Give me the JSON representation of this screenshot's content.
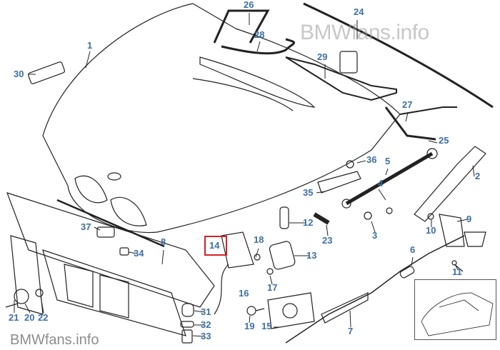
{
  "watermark_top": "BMWfans.info",
  "watermark_bottom": "BMWfans.info",
  "highlighted_part": "14",
  "label_color": "#3d6fa6",
  "highlight_color": "#d2232a",
  "parts": {
    "p1": "1",
    "p2": "2",
    "p3": "3",
    "p4": "4",
    "p5": "5",
    "p6": "6",
    "p7": "7",
    "p8": "8",
    "p9": "9",
    "p10": "10",
    "p11": "11",
    "p12": "12",
    "p13": "13",
    "p14": "14",
    "p15": "15",
    "p16": "16",
    "p17": "17",
    "p18": "18",
    "p19": "19",
    "p20": "20",
    "p21": "21",
    "p22": "22",
    "p23": "23",
    "p24": "24",
    "p25": "25",
    "p26": "26",
    "p27": "27",
    "p28": "28",
    "p29": "29",
    "p30": "30",
    "p31": "31",
    "p32": "32",
    "p33": "33",
    "p34": "34",
    "p35": "35",
    "p36": "36",
    "p37": "37"
  }
}
